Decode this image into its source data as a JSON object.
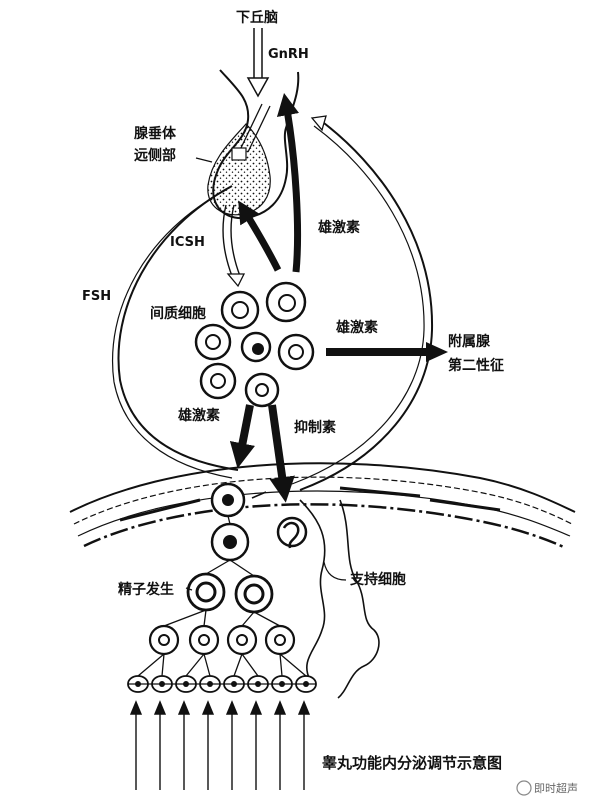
{
  "labels": {
    "hypothalamus": "下丘脑",
    "gnrh": "GnRH",
    "pituitary_line1": "腺垂体",
    "pituitary_line2": "远侧部",
    "icsh": "ICSH",
    "fsh": "FSH",
    "testosterone_top": "雄激素",
    "interstitial_cells": "间质细胞",
    "testosterone_mid": "雄激素",
    "accessory_line1": "附属腺",
    "accessory_line2": "第二性征",
    "testosterone_low": "雄激素",
    "inhibin": "抑制素",
    "sertoli": "支持细胞",
    "spermatogenesis": "精子发生",
    "title": "睾丸功能内分泌调节示意图",
    "watermark": "即时超声"
  },
  "colors": {
    "ink": "#111111",
    "paper": "#ffffff"
  }
}
